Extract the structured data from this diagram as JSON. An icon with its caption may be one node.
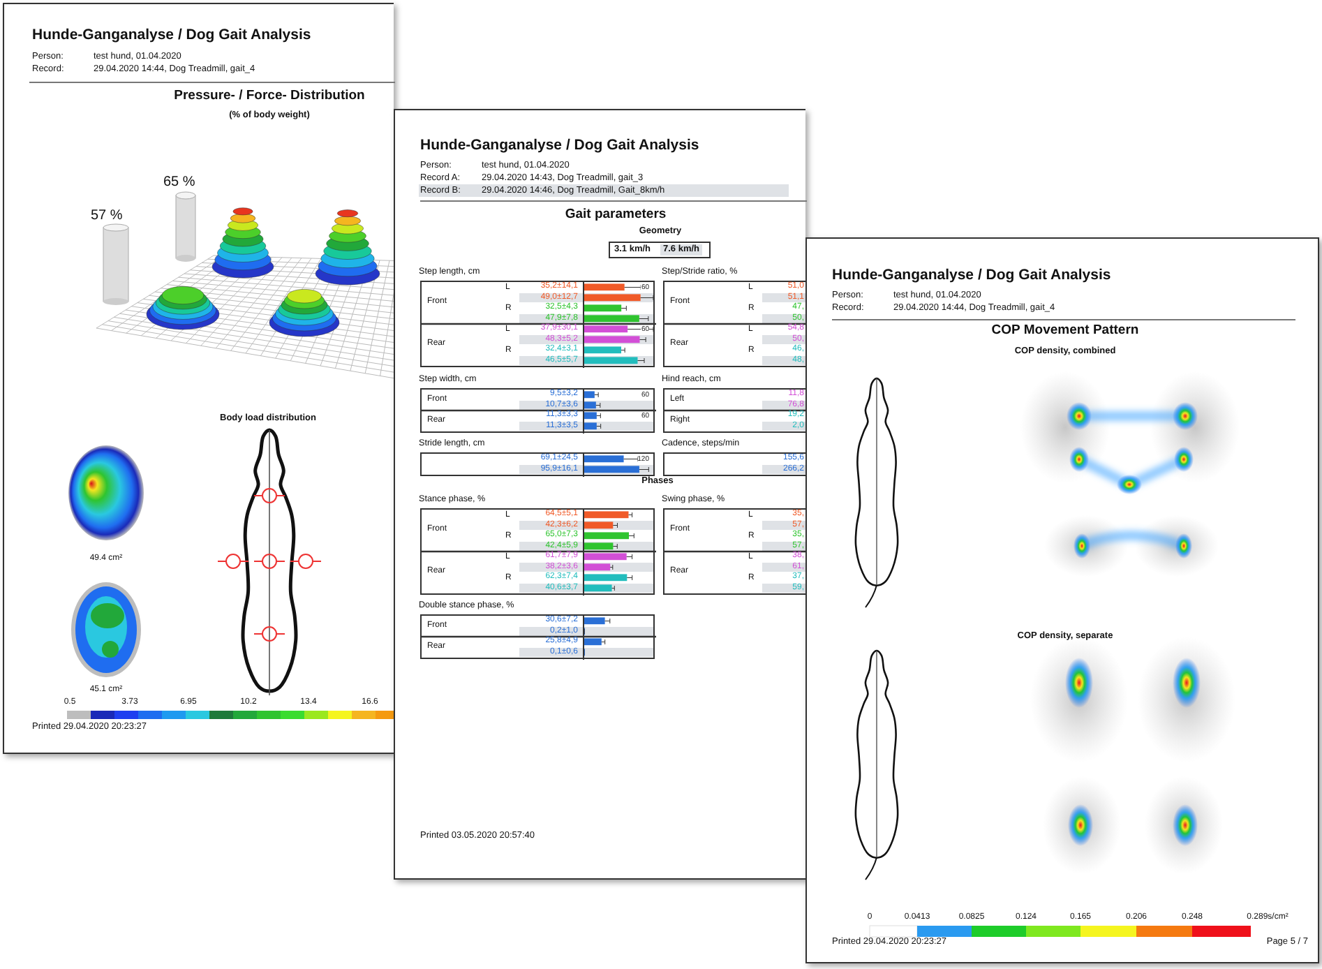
{
  "diagram": {
    "nodes": [
      {
        "text": [
          "Hunde-Ganganalyse / Dog Gait Analysis",
          "Person:",
          "test hund, 01.04.2020",
          "Record:",
          "29.04.2020 14:44, Dog Treadmill, gait_4",
          "Pressure- / Force- Distribution",
          "(% of body weight)",
          "57 %",
          "65 %",
          "Body load distribution",
          "49.4 cm²",
          "45.1 cm²",
          "0.5",
          "3.73",
          "6.95",
          "10.2",
          "13.4",
          "16.6",
          "Printed 29.04.2020 20:23:27"
        ]
      },
      {
        "text": [
          "Hunde-Ganganalyse / Dog Gait Analysis",
          "Person:",
          "test hund, 01.04.2020",
          "Record A:",
          "29.04.2020 14:43, Dog Treadmill, gait_3",
          "Record B:",
          "29.04.2020 14:46, Dog Treadmill, Gait_8km/h",
          "Gait parameters",
          "Phases",
          "Printed 03.05.2020 20:57:40"
        ]
      },
      {
        "text": [
          "Geometry",
          "3.1 km/h",
          "7.6 km/h"
        ],
        "in": 1
      },
      {
        "text": [
          "Step length, cm",
          "Front",
          "L",
          "35,2±14,1",
          "60",
          "49,0±12,7",
          "R",
          "32,5±4,3",
          "47,9±7,8",
          "Rear",
          "L",
          "37,9±30,1",
          "60",
          "48,3±5,2",
          "R",
          "32,4±3,1",
          "46,5±5,7"
        ],
        "in": 1
      },
      {
        "text": [
          "Step/Stride ratio, %",
          "Front",
          "L",
          "51,0",
          "51,1",
          "R",
          "47,",
          "50,",
          "Rear",
          "L",
          "54,8",
          "50,",
          "R",
          "46,",
          "48,"
        ],
        "in": 1
      },
      {
        "text": [
          "Step width, cm",
          "Front",
          "9,5±3,2",
          "60",
          "10,7±3,6",
          "Rear",
          "11,3±3,3",
          "60",
          "11,3±3,5"
        ],
        "in": 1
      },
      {
        "text": [
          "Hind reach, cm",
          "Left",
          "11,8",
          "76,8",
          "Right",
          "19,2",
          "2,0"
        ],
        "in": 1
      },
      {
        "text": [
          "Stride length, cm",
          "69,1±24,5",
          "120",
          "95,9±16,1"
        ],
        "in": 1
      },
      {
        "text": [
          "Cadence, steps/min",
          "155,6",
          "266,2"
        ],
        "in": 1
      },
      {
        "text": [
          "Stance phase, %",
          "Front",
          "L",
          "64,5±5,1",
          "42,3±6,2",
          "R",
          "65,0±7,3",
          "42,4±5,9",
          "Rear",
          "L",
          "61,7±7,9",
          "38,2±3,6",
          "R",
          "62,3±7,4",
          "40,6±3,7"
        ],
        "in": 1
      },
      {
        "text": [
          "Swing phase, %",
          "Front",
          "L",
          "35,",
          "57,",
          "R",
          "35,",
          "57,",
          "Rear",
          "L",
          "38,",
          "61,",
          "R",
          "37,",
          "59,"
        ],
        "in": 1
      },
      {
        "text": [
          "Double stance phase, %",
          "Front",
          "30,6±7,2",
          "0,2±1,0",
          "Rear",
          "25,8±4,9",
          "0,1±0,6"
        ],
        "in": 1
      },
      {
        "text": [
          "Hunde-Ganganalyse / Dog Gait Analysis",
          "Person:",
          "test hund, 01.04.2020",
          "Record:",
          "29.04.2020 14:44, Dog Treadmill, gait_4",
          "COP Movement Pattern",
          "COP density, combined",
          "COP density, separate",
          "0",
          "0.0413",
          "0.0825",
          "0.124",
          "0.165",
          "0.206",
          "0.248",
          "0.289s/cm²",
          "Printed 29.04.2020 20:23:27",
          "Page 5 / 7"
        ]
      }
    ]
  }
}
